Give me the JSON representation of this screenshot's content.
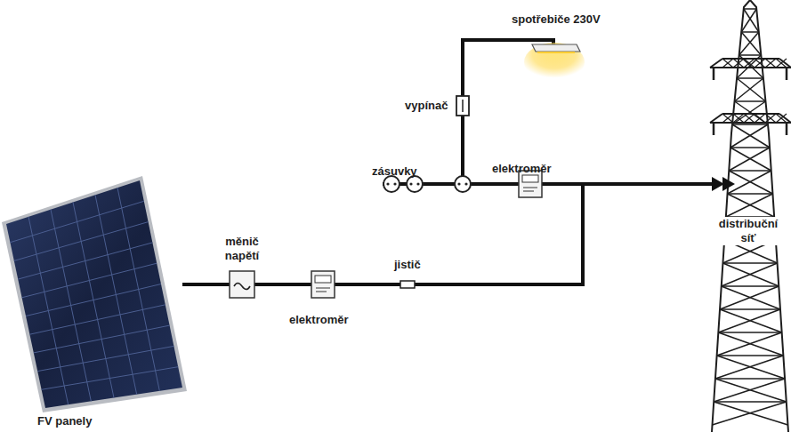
{
  "diagram": {
    "labels": [
      "spotřebiče 230V",
      "vypínač",
      "zásuvky",
      "elektroměr",
      "měnič napětí",
      "elektroměr",
      "jistič",
      "distribuční síť",
      "FV panely"
    ]
  }
}
